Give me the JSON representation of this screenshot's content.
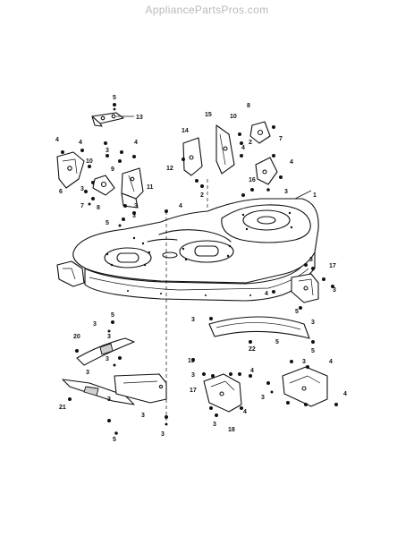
{
  "watermark": "AppliancePartsPros.com",
  "callouts": [
    {
      "id": "c1",
      "text": "5"
    },
    {
      "id": "c2",
      "text": "13"
    },
    {
      "id": "c3",
      "text": "4"
    },
    {
      "id": "c4",
      "text": "4"
    },
    {
      "id": "c5",
      "text": "3"
    },
    {
      "id": "c6",
      "text": "4"
    },
    {
      "id": "c7",
      "text": "3"
    },
    {
      "id": "c8",
      "text": "6"
    },
    {
      "id": "c9",
      "text": "7"
    },
    {
      "id": "c10",
      "text": "8"
    },
    {
      "id": "c11",
      "text": "9"
    },
    {
      "id": "c12",
      "text": "10"
    },
    {
      "id": "c13",
      "text": "11"
    },
    {
      "id": "c14",
      "text": "3"
    },
    {
      "id": "c15",
      "text": "14"
    },
    {
      "id": "c16",
      "text": "12"
    },
    {
      "id": "c17",
      "text": "2"
    },
    {
      "id": "c18",
      "text": "15"
    },
    {
      "id": "c19",
      "text": "10"
    },
    {
      "id": "c20",
      "text": "8"
    },
    {
      "id": "c21",
      "text": "2"
    },
    {
      "id": "c22",
      "text": "7"
    },
    {
      "id": "c23",
      "text": "4"
    },
    {
      "id": "c24",
      "text": "4"
    },
    {
      "id": "c25",
      "text": "16"
    },
    {
      "id": "c26",
      "text": "3"
    },
    {
      "id": "c27",
      "text": "1"
    },
    {
      "id": "c28",
      "text": "4"
    },
    {
      "id": "c29",
      "text": "5"
    },
    {
      "id": "c30",
      "text": "3"
    },
    {
      "id": "c31",
      "text": "17"
    },
    {
      "id": "c32",
      "text": "3"
    },
    {
      "id": "c33",
      "text": "3"
    },
    {
      "id": "c34",
      "text": "4"
    },
    {
      "id": "c35",
      "text": "5"
    },
    {
      "id": "c36",
      "text": "3"
    },
    {
      "id": "c37",
      "text": "22"
    },
    {
      "id": "c38",
      "text": "5"
    },
    {
      "id": "c39",
      "text": "3"
    },
    {
      "id": "c40",
      "text": "19"
    },
    {
      "id": "c41",
      "text": "5"
    },
    {
      "id": "c42",
      "text": "3"
    },
    {
      "id": "c43",
      "text": "5"
    },
    {
      "id": "c44",
      "text": "3"
    },
    {
      "id": "c45",
      "text": "20"
    },
    {
      "id": "c46",
      "text": "3"
    },
    {
      "id": "c47",
      "text": "3"
    },
    {
      "id": "c48",
      "text": "21"
    },
    {
      "id": "c49",
      "text": "3"
    },
    {
      "id": "c50",
      "text": "3"
    },
    {
      "id": "c51",
      "text": "5"
    },
    {
      "id": "c52",
      "text": "3"
    },
    {
      "id": "c53",
      "text": "3"
    },
    {
      "id": "c54",
      "text": "4"
    },
    {
      "id": "c55",
      "text": "17"
    },
    {
      "id": "c56",
      "text": "3"
    },
    {
      "id": "c57",
      "text": "18"
    },
    {
      "id": "c58",
      "text": "4"
    },
    {
      "id": "c59",
      "text": "3"
    },
    {
      "id": "c60",
      "text": "4"
    },
    {
      "id": "c61",
      "text": "3"
    },
    {
      "id": "c62",
      "text": "4"
    }
  ]
}
